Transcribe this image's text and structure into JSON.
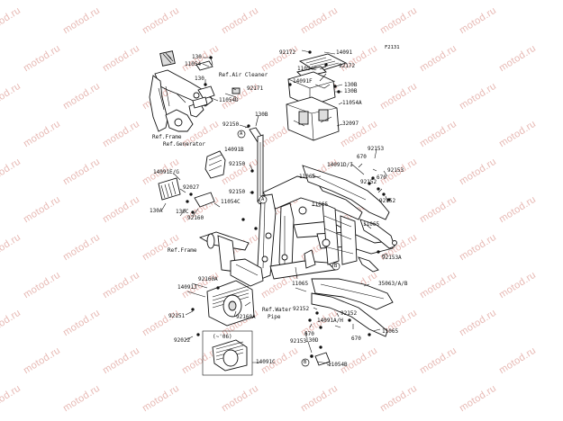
{
  "diagram": {
    "figure_code": "F2131",
    "watermark_text": "motod.ru",
    "refs": {
      "air_cleaner": "Ref.Air Cleaner",
      "frame_1": "Ref.Frame",
      "generator": "Ref.Generator",
      "frame_2": "Ref.Frame",
      "water_pipe_1": "Ref.Water",
      "water_pipe_2": "Pipe"
    },
    "inset_label": "(~'06)",
    "circle_markers": [
      "A",
      "A",
      "B",
      "B"
    ],
    "callouts": {
      "c130a": "130",
      "c11054": "11054",
      "c130b": "130",
      "c11054d": "11054D",
      "c92171": "92171",
      "c130c": "130B",
      "c92150a": "92150",
      "c14091b": "14091B",
      "c92150b": "92150",
      "c92150c": "92150",
      "c92172a": "92172",
      "c14091": "14091",
      "c11054e": "11054E",
      "c92172b": "92172",
      "c14091f": "14091F",
      "c130d": "130B",
      "c130e": "130B",
      "c11054a": "11054A",
      "c32097": "32097",
      "c14091e": "14091E/G",
      "c92027": "92027",
      "c130f": "130A",
      "c130g": "130C",
      "c11054c": "11054C",
      "c92160": "92160",
      "c14091d": "14091D/I",
      "c670a": "670",
      "c92153a": "92153",
      "c92152a": "92152",
      "c670b": "670",
      "c92153b": "92153",
      "c92152b": "92152",
      "c11065a": "11065",
      "c11065b": "11065",
      "c11065c": "11065",
      "c92153c": "92153A",
      "c35063": "35063/A/B",
      "c92160a": "92160A",
      "c14091j": "14091J",
      "c92160a2": "92160A",
      "c92151": "92151",
      "c92022": "92022",
      "c11065d": "11065",
      "c92152c": "92152",
      "c14091ah": "14091A/H",
      "c92152d": "92152",
      "c670c": "670",
      "c670d": "670",
      "c92153d": "92153",
      "c130h": "130D",
      "c11065e": "11065",
      "c11054b": "11054B",
      "c14091c": "14091C"
    }
  }
}
